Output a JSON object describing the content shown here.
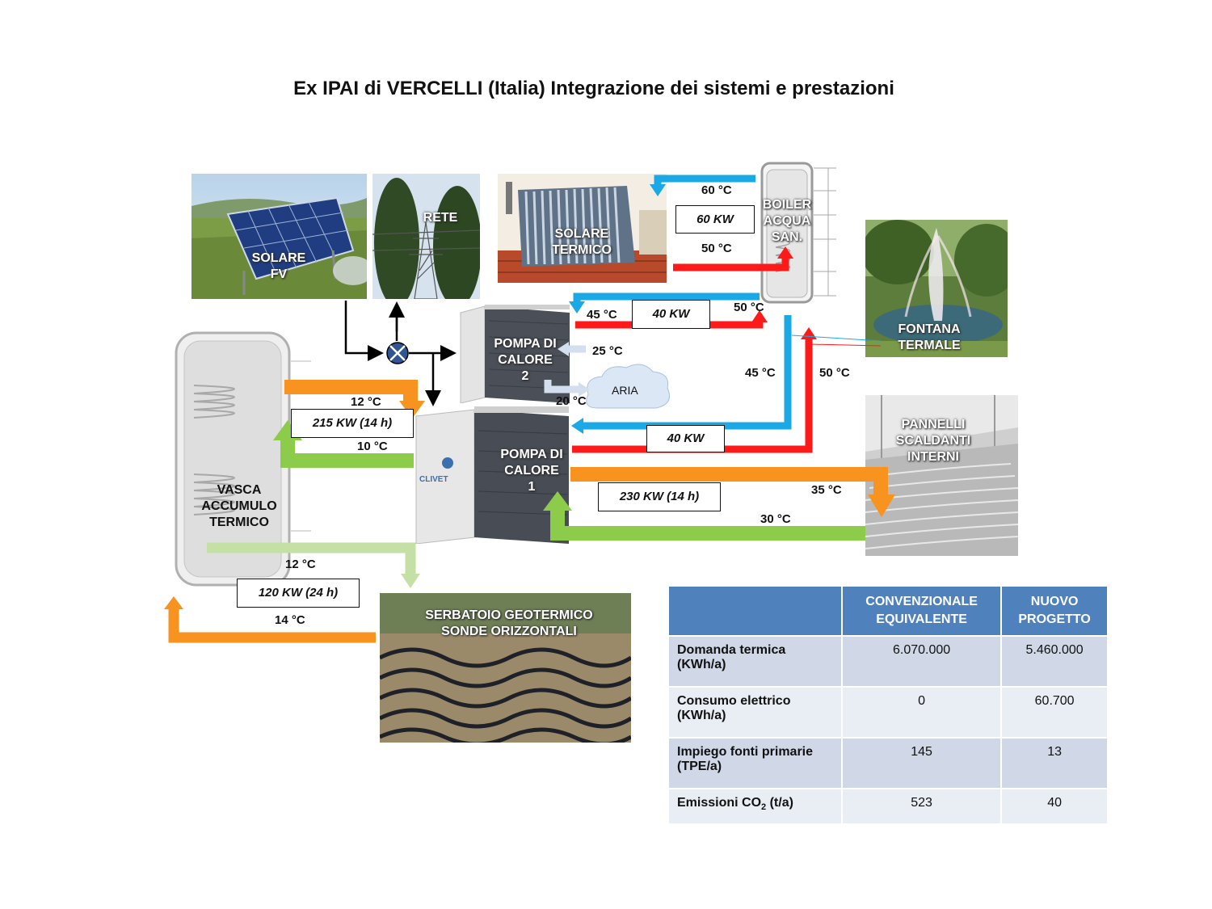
{
  "title": "Ex IPAI di VERCELLI (Italia) Integrazione dei sistemi e prestazioni",
  "photos": {
    "solare_fv": "SOLARE\nFV",
    "rete": "RETE",
    "solare_termico": "SOLARE\nTERMICO",
    "boiler": "BOILER\nACQUA\nSAN.",
    "fontana": "FONTANA\nTERMALE",
    "pompa2": "POMPA DI\nCALORE\n2",
    "pompa1": "POMPA DI\nCALORE\n1",
    "pannelli": "PANNELLI\nSCALDANTI\nINTERNI",
    "vasca": "VASCA\nACCUMULO\nTERMICO",
    "serbatoio": "SERBATOIO  GEOTERMICO\nSONDE  ORIZZONTALI",
    "aria": "ARIA",
    "clivet": "CLIVET"
  },
  "flows": {
    "t_60": "60 °C",
    "k_60": "60  KW",
    "t_50_boiler": "50 °C",
    "t_45_p2": "45 °C",
    "k_40_p2": "40  KW",
    "t_50_p2": "50 °C",
    "t_25": "25 °C",
    "t_20": "20 °C",
    "t_45_v": "45 °C",
    "t_50_v": "50 °C",
    "t_12_top": "12 °C",
    "k_215": "215  KW  (14 h)",
    "t_10": "10 °C",
    "k_40_p1": "40  KW",
    "t_35": "35 °C",
    "k_230": "230  KW  (14 h)",
    "t_30": "30 °C",
    "t_12_bot": "12 °C",
    "k_120": "120  KW  (24 h)",
    "t_14": "14 °C"
  },
  "table": {
    "headers": [
      "",
      "CONVENZIONALE\nEQUIVALENTE",
      "NUOVO\nPROGETTO"
    ],
    "rows": [
      {
        "label": "Domanda termica\n(KWh/a)",
        "conv": "6.070.000",
        "nuovo": "5.460.000"
      },
      {
        "label": "Consumo elettrico\n(KWh/a)",
        "conv": "0",
        "nuovo": "60.700"
      },
      {
        "label": "Impiego fonti primarie\n(TPE/a)",
        "conv": "145",
        "nuovo": "13"
      },
      {
        "label_main": "Emissioni CO",
        "label_sub": "2",
        "label_end": " (t/a)",
        "conv": "523",
        "nuovo": "40"
      }
    ]
  },
  "colors": {
    "hot": "#ff1a1a",
    "cold": "#1aa8e6",
    "orange": "#f7931e",
    "green": "#8ccc4a",
    "lightgreen": "#c5e0a4",
    "header": "#4f81bd"
  }
}
